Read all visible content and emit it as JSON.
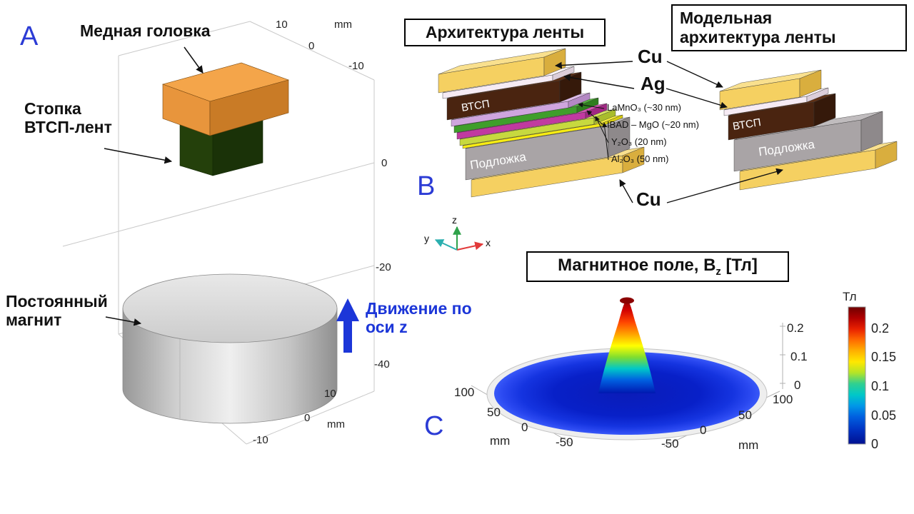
{
  "colors": {
    "accent_blue": "#2B3BD5",
    "motion_blue": "#1C36D8",
    "copper_orange": "#F4A54A",
    "hts_stack_green": "#2C4A12",
    "magnet_gray": "#CFCFCF",
    "cu_yellow": "#F5D061",
    "ag_white": "#F6EBF4",
    "vtsp_brown": "#4A2410",
    "lamno_purple": "#CFA5DE",
    "ibad_green": "#3F9E2B",
    "y2o3_magenta": "#C13AA0",
    "al2o3_lime": "#C7D93F",
    "substrate_gray": "#A9A4A6",
    "colorbar_top": "#6E0000",
    "colorbar_bottom": "#001090",
    "disk_blue": "#0A1CB8"
  },
  "panel_a": {
    "label": "A",
    "copper_head_label": "Медная головка",
    "stack_label": "Стопка ВТСП-лент",
    "magnet_label": "Постоянный магнит",
    "motion_label": "Движение по оси z",
    "ticks": {
      "top": [
        "10",
        "0",
        "-10"
      ],
      "top_unit": "mm",
      "right": [
        "0",
        "-20",
        "-40"
      ],
      "bottom": [
        "10",
        "0",
        "-10"
      ],
      "bottom_unit": "mm"
    }
  },
  "panel_b": {
    "label": "B",
    "title_left": "Архитектура ленты",
    "title_right": [
      "Модельная",
      "архитектура ленты"
    ],
    "cu_top": "Cu",
    "ag": "Ag",
    "cu_bottom": "Cu",
    "thin_layers": [
      "LaMnO₃  (~30 nm)",
      "IBAD – MgO  (~20 nm)",
      "Y₂O₃  (20 nm)",
      "Al₂O₃ (50 nm)"
    ],
    "left_tape": {
      "hts": "ВТСП",
      "substrate": "Подложка"
    },
    "right_tape": {
      "hts": "ВТСП",
      "substrate": "Подложка"
    },
    "axes": {
      "x": "x",
      "y": "y",
      "z": "z"
    }
  },
  "panel_c": {
    "label": "C",
    "title_prefix": "Магнитное поле, B",
    "title_sub": "z",
    "title_suffix": " [Тл]",
    "ticks": {
      "left": [
        "100",
        "50",
        "0",
        "-50"
      ],
      "left_unit": "mm",
      "right": [
        "100",
        "50",
        "0",
        "-50"
      ],
      "right_unit": "mm",
      "z": [
        "0.2",
        "0.1",
        "0"
      ]
    },
    "colorbar": {
      "unit": "Тл",
      "ticks": [
        "0.2",
        "0.15",
        "0.1",
        "0.05",
        "0"
      ]
    }
  },
  "chart_data": {
    "type": "surface",
    "title": "Магнитное поле, Bz [Тл]",
    "x": {
      "label": "mm",
      "range": [
        -100,
        100
      ],
      "ticks": [
        -50,
        0,
        50,
        100
      ]
    },
    "y": {
      "label": "mm",
      "range": [
        -100,
        100
      ],
      "ticks": [
        -50,
        0,
        50,
        100
      ]
    },
    "z": {
      "label": "Тл",
      "range": [
        0,
        0.23
      ],
      "ticks": [
        0,
        0.1,
        0.2
      ]
    },
    "colorbar": {
      "label": "Тл",
      "ticks": [
        0,
        0.05,
        0.1,
        0.15,
        0.2
      ]
    },
    "description": "Axially symmetric peak: Bz ≈ 0.23 Тл at center (0,0), decaying to ≈ 0 at radius ≈ 100 mm"
  }
}
